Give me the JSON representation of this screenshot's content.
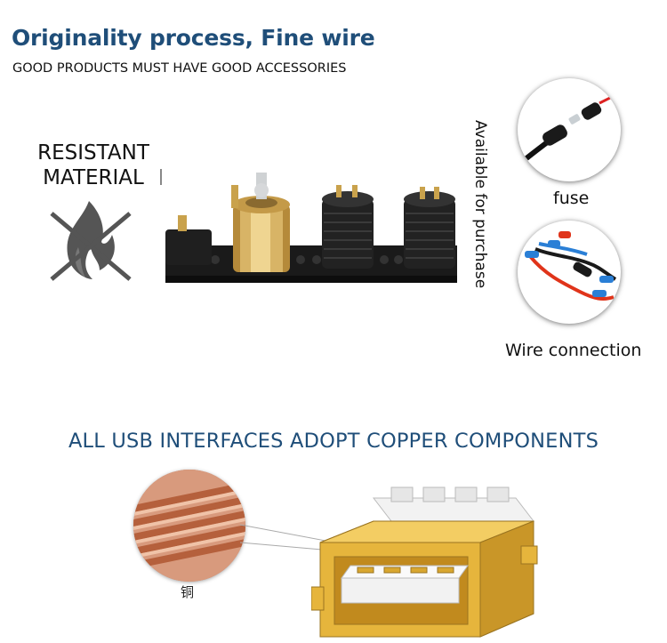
{
  "header": {
    "title": "Originality process, Fine wire",
    "subtitle": "GOOD PRODUCTS MUST HAVE GOOD ACCESSORIES"
  },
  "left_block": {
    "resistant_line1": "RESISTANT",
    "resistant_line2": "MATERIAL",
    "icon": "no-fire-icon"
  },
  "side_text": "Available for purchase",
  "accessories": [
    {
      "label": "fuse",
      "icon": "fuse-icon"
    },
    {
      "label": "Wire connection",
      "icon": "wire-connection-icon"
    }
  ],
  "usb_section": {
    "heading": "ALL USB INTERFACES ADOPT COPPER COMPONENTS",
    "copper_label": "铜"
  },
  "colors": {
    "heading_blue": "#1f4e79",
    "copper": "#c87a5a",
    "usb_gold": "#e6b53c"
  }
}
